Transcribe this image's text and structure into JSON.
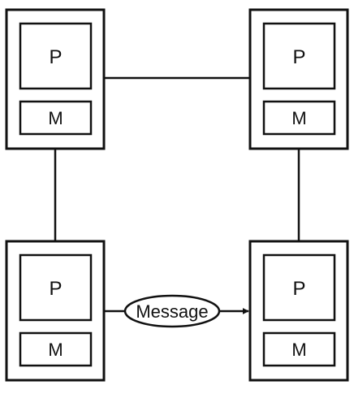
{
  "diagram": {
    "nodes": [
      {
        "id": "top-left",
        "processor_label": "P",
        "memory_label": "M"
      },
      {
        "id": "top-right",
        "processor_label": "P",
        "memory_label": "M"
      },
      {
        "id": "bottom-left",
        "processor_label": "P",
        "memory_label": "M"
      },
      {
        "id": "bottom-right",
        "processor_label": "P",
        "memory_label": "M"
      }
    ],
    "links": [
      {
        "from": "top-left",
        "to": "top-right"
      },
      {
        "from": "top-left",
        "to": "bottom-left"
      },
      {
        "from": "top-right",
        "to": "bottom-right"
      },
      {
        "from": "bottom-left",
        "to": "bottom-right",
        "message": "Message",
        "arrow": true
      }
    ],
    "colors": {
      "stroke": "#111111",
      "background": "#ffffff"
    }
  }
}
